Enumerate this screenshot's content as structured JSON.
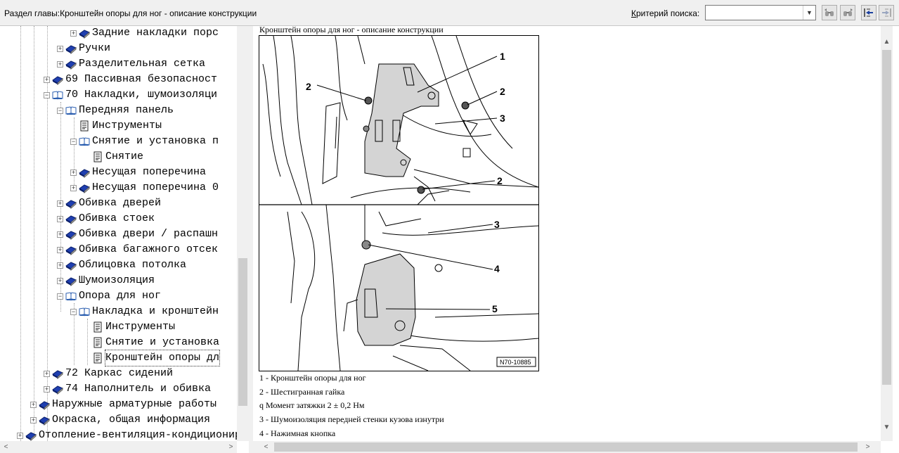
{
  "header": {
    "section_title": "Раздел главы:Кронштейн опоры для ног - описание конструкции",
    "search_label_underlined": "К",
    "search_label_rest": "ритерий  поиска:",
    "search_value": "",
    "buttons": [
      {
        "name": "search-prev-button",
        "icon": "binoculars-back-icon"
      },
      {
        "name": "search-next-button",
        "icon": "binoculars-forward-icon"
      },
      {
        "name": "nav-back-button",
        "icon": "arrow-left-lines-icon"
      },
      {
        "name": "nav-forward-button",
        "icon": "arrow-right-lines-icon"
      }
    ]
  },
  "tree": {
    "items": [
      {
        "label": "Задние накладки порс",
        "level": 5,
        "expander": "+",
        "icon": "book"
      },
      {
        "label": "Ручки",
        "level": 4,
        "expander": "+",
        "icon": "book"
      },
      {
        "label": "Разделительная сетка",
        "level": 4,
        "expander": "+",
        "icon": "book"
      },
      {
        "label": "69 Пассивная безопасност",
        "level": 3,
        "expander": "+",
        "icon": "book"
      },
      {
        "label": "70 Накладки, шумоизоляци",
        "level": 3,
        "expander": "-",
        "icon": "book-open"
      },
      {
        "label": "Передняя панель",
        "level": 4,
        "expander": "-",
        "icon": "book-open"
      },
      {
        "label": "Инструменты",
        "level": 5,
        "expander": "",
        "icon": "page"
      },
      {
        "label": "Снятие и установка п",
        "level": 5,
        "expander": "-",
        "icon": "book-open"
      },
      {
        "label": "Снятие",
        "level": 6,
        "expander": "",
        "icon": "page"
      },
      {
        "label": "Несущая поперечина",
        "level": 5,
        "expander": "+",
        "icon": "book"
      },
      {
        "label": "Несущая поперечина 0",
        "level": 5,
        "expander": "+",
        "icon": "book"
      },
      {
        "label": "Обивка дверей",
        "level": 4,
        "expander": "+",
        "icon": "book"
      },
      {
        "label": "Обивка стоек",
        "level": 4,
        "expander": "+",
        "icon": "book"
      },
      {
        "label": "Обивка двери / распашн",
        "level": 4,
        "expander": "+",
        "icon": "book"
      },
      {
        "label": "Обивка багажного отсек",
        "level": 4,
        "expander": "+",
        "icon": "book"
      },
      {
        "label": "Облицовка потолка",
        "level": 4,
        "expander": "+",
        "icon": "book"
      },
      {
        "label": "Шумоизоляция",
        "level": 4,
        "expander": "+",
        "icon": "book"
      },
      {
        "label": "Опора для ног",
        "level": 4,
        "expander": "-",
        "icon": "book-open"
      },
      {
        "label": "Накладка и кронштейн",
        "level": 5,
        "expander": "-",
        "icon": "book-open"
      },
      {
        "label": "Инструменты",
        "level": 6,
        "expander": "",
        "icon": "page"
      },
      {
        "label": "Снятие и установка",
        "level": 6,
        "expander": "",
        "icon": "page"
      },
      {
        "label": "Кронштейн опоры дл",
        "level": 6,
        "expander": "",
        "icon": "page",
        "selected": true
      },
      {
        "label": "72 Каркас сидений",
        "level": 3,
        "expander": "+",
        "icon": "book"
      },
      {
        "label": "74 Наполнитель и обивка",
        "level": 3,
        "expander": "+",
        "icon": "book"
      },
      {
        "label": "Наружные арматурные работы",
        "level": 2,
        "expander": "+",
        "icon": "book"
      },
      {
        "label": "Окраска, общая информация",
        "level": 2,
        "expander": "+",
        "icon": "book"
      },
      {
        "label": "Отопление-вентиляция-кондиционирование",
        "level": 1,
        "expander": "+",
        "icon": "book"
      }
    ]
  },
  "content": {
    "doc_title": "Кронштейн опоры для ног - описание конструкции",
    "figure": {
      "code": "N70-10885",
      "callouts_top": [
        "1",
        "2",
        "2",
        "3",
        "2"
      ],
      "callouts_bottom": [
        "3",
        "4",
        "5"
      ]
    },
    "legend": [
      "1 -   Кронштейн опоры для ног",
      "2 -   Шестигранная гайка",
      "q    Момент затяжки 2 ± 0,2 Нм",
      "3 -   Шумоизоляция передней стенки кузова изнутри",
      "4 -   Нажимная кнопка"
    ]
  },
  "colors": {
    "book_blue": "#1f3fb0",
    "book_open": "#2c5fb0",
    "panel_bg": "#f0f0f0"
  }
}
